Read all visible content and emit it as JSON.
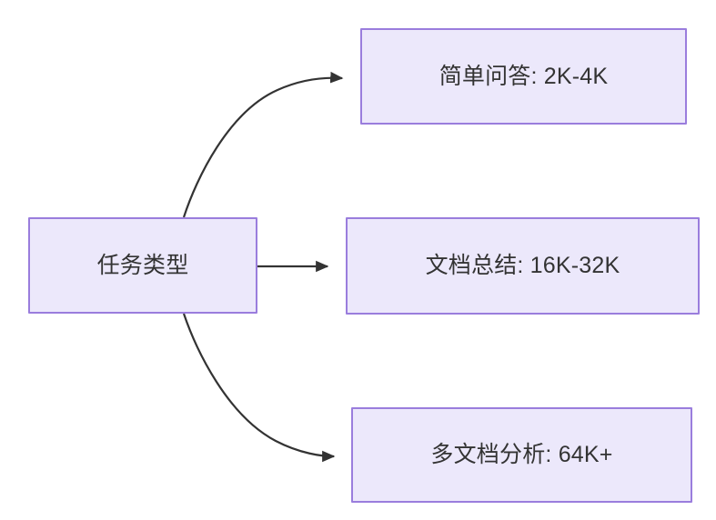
{
  "diagram": {
    "type": "flowchart",
    "direction": "left-to-right",
    "background_color": "#ffffff",
    "node_fill_color": "#ece8fb",
    "node_border_color": "#9a7ddd",
    "node_text_color": "#333333",
    "edge_color": "#333333",
    "nodes": [
      {
        "id": "source",
        "label": "任务类型",
        "role": "root"
      },
      {
        "id": "simple-qa",
        "label": "简单问答: 2K-4K",
        "role": "leaf"
      },
      {
        "id": "doc-summary",
        "label": "文档总结: 16K-32K",
        "role": "leaf"
      },
      {
        "id": "multi-doc",
        "label": "多文档分析: 64K+",
        "role": "leaf"
      }
    ],
    "edges": [
      {
        "from": "source",
        "to": "simple-qa",
        "label": "",
        "shape": "curved",
        "arrowhead": "filled-triangle"
      },
      {
        "from": "source",
        "to": "doc-summary",
        "label": "",
        "shape": "straight",
        "arrowhead": "filled-triangle"
      },
      {
        "from": "source",
        "to": "multi-doc",
        "label": "",
        "shape": "curved",
        "arrowhead": "filled-triangle"
      }
    ]
  }
}
